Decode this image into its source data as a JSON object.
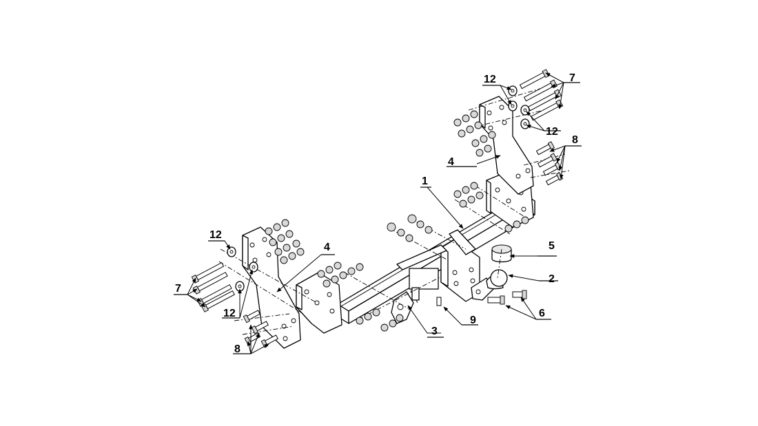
{
  "diagram": {
    "callouts": [
      {
        "id": "c1",
        "label": "1"
      },
      {
        "id": "c2",
        "label": "2"
      },
      {
        "id": "c3",
        "label": "3"
      },
      {
        "id": "c4a",
        "label": "4"
      },
      {
        "id": "c4b",
        "label": "4"
      },
      {
        "id": "c5",
        "label": "5"
      },
      {
        "id": "c6",
        "label": "6"
      },
      {
        "id": "c7a",
        "label": "7"
      },
      {
        "id": "c7b",
        "label": "7"
      },
      {
        "id": "c8a",
        "label": "8"
      },
      {
        "id": "c8b",
        "label": "8"
      },
      {
        "id": "c9",
        "label": "9"
      },
      {
        "id": "c12a",
        "label": "12"
      },
      {
        "id": "c12b",
        "label": "12"
      },
      {
        "id": "c12c",
        "label": "12"
      },
      {
        "id": "c12d",
        "label": "12"
      }
    ]
  }
}
